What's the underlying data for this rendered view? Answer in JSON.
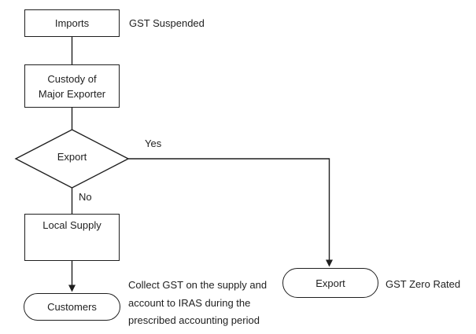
{
  "nodes": {
    "imports": {
      "label": "Imports"
    },
    "custody": {
      "lines": [
        "Custody of",
        "Major Exporter"
      ]
    },
    "decision": {
      "label": "Export"
    },
    "local_supply": {
      "label": "Local Supply"
    },
    "customers": {
      "label": "Customers"
    },
    "export_terminal": {
      "label": "Export"
    }
  },
  "edge_labels": {
    "yes": "Yes",
    "no": "No"
  },
  "annotations": {
    "gst_suspended": "GST Suspended",
    "gst_zero_rated": "GST Zero Rated",
    "collect_note_lines": [
      "Collect GST on the supply and",
      "account to IRAS during the",
      "prescribed accounting period"
    ]
  },
  "colors": {
    "line": "#1f1f1f",
    "text": "#1f1f1f",
    "background": "#ffffff"
  }
}
